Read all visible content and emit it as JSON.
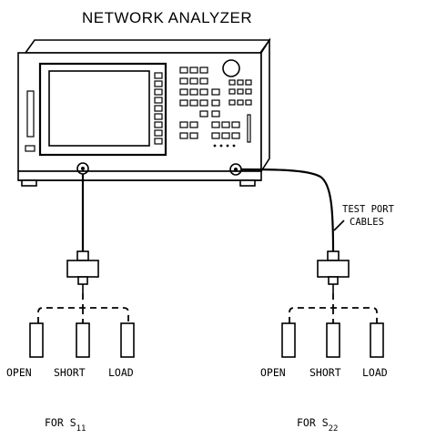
{
  "title": "NETWORK ANALYZER",
  "cable_label": [
    "TEST PORT",
    "CABLES"
  ],
  "port1": {
    "standards": [
      "OPEN",
      "SHORT",
      "LOAD"
    ],
    "caption_prefix": "FOR S",
    "caption_sub": "11"
  },
  "port2": {
    "standards": [
      "OPEN",
      "SHORT",
      "LOAD"
    ],
    "caption_prefix": "FOR S",
    "caption_sub": "22"
  }
}
